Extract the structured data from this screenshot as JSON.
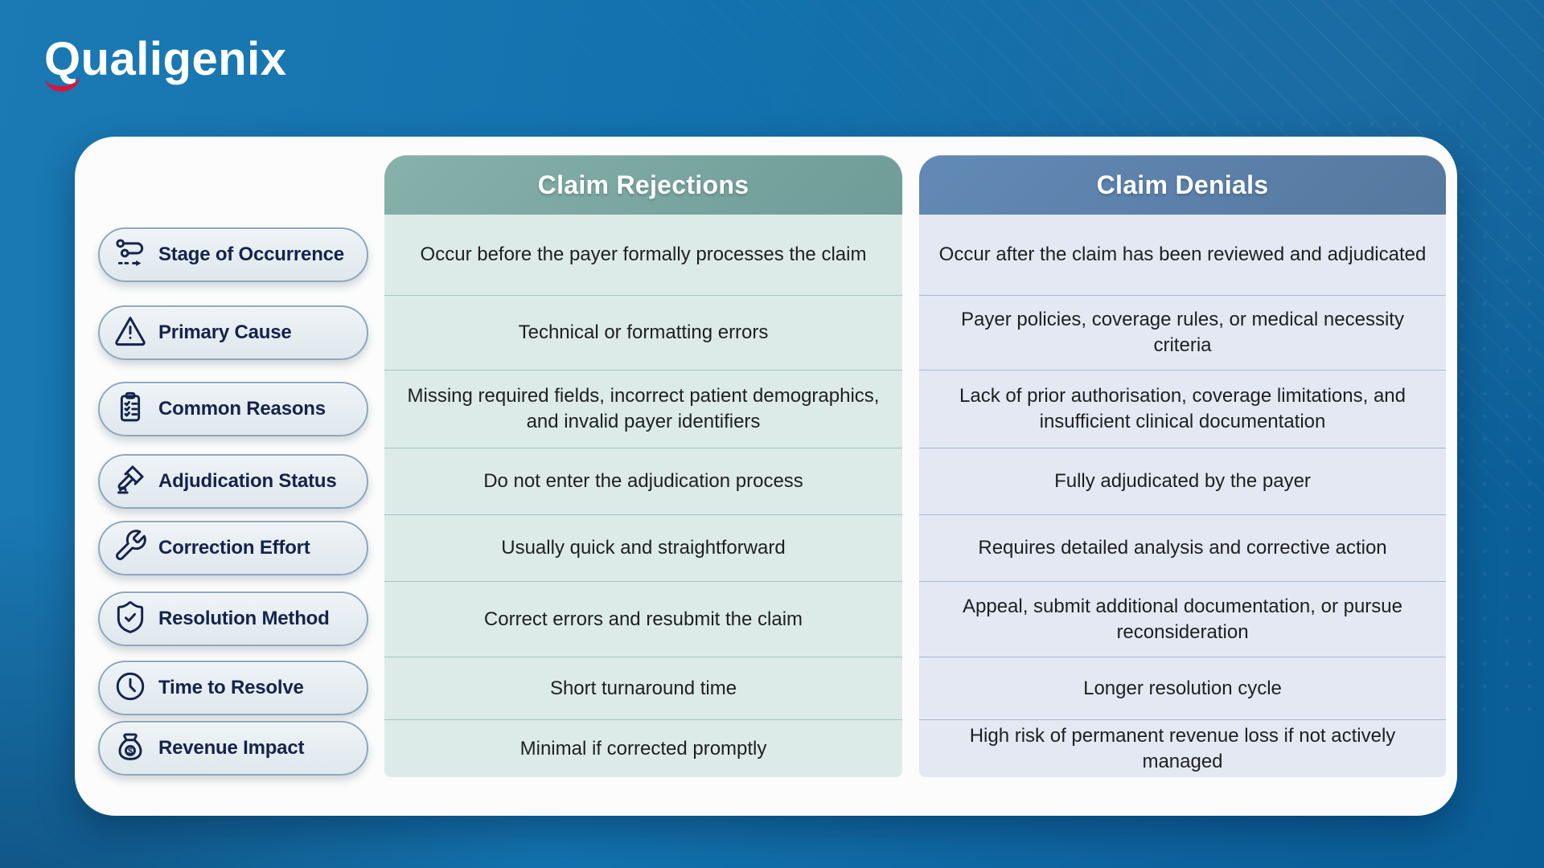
{
  "brand": {
    "initial": "Q",
    "rest": "ualigenix"
  },
  "columns": {
    "rejections": {
      "title": "Claim Rejections",
      "accent": "#76a29c"
    },
    "denials": {
      "title": "Claim Denials",
      "accent": "#5d81b0"
    }
  },
  "rows": [
    {
      "label": "Stage of Occurrence",
      "icon": "route-icon",
      "rejection": "Occur before the payer formally processes the claim",
      "denial": "Occur after the claim has been reviewed and adjudicated"
    },
    {
      "label": "Primary Cause",
      "icon": "warning-triangle-icon",
      "rejection": "Technical or formatting errors",
      "denial": "Payer policies, coverage rules, or medical necessity criteria"
    },
    {
      "label": "Common Reasons",
      "icon": "checklist-clipboard-icon",
      "rejection": "Missing required fields, incorrect patient demographics, and invalid payer identifiers",
      "denial": "Lack of prior authorisation, coverage limitations, and insufficient clinical documentation"
    },
    {
      "label": "Adjudication Status",
      "icon": "gavel-icon",
      "rejection": "Do not enter the adjudication process",
      "denial": "Fully adjudicated by the payer"
    },
    {
      "label": "Correction Effort",
      "icon": "wrench-icon",
      "rejection": "Usually quick and straightforward",
      "denial": "Requires detailed analysis and corrective action"
    },
    {
      "label": "Resolution Method",
      "icon": "shield-check-icon",
      "rejection": "Correct errors and resubmit the claim",
      "denial": "Appeal, submit additional documentation, or pursue reconsideration"
    },
    {
      "label": "Time to Resolve",
      "icon": "clock-icon",
      "rejection": "Short turnaround time",
      "denial": "Longer resolution cycle"
    },
    {
      "label": "Revenue Impact",
      "icon": "money-bag-icon",
      "rejection": "Minimal if corrected promptly",
      "denial": "High risk of permanent revenue loss if not actively managed"
    }
  ],
  "colors": {
    "background": "#1372ad",
    "card": "#fbfcfb",
    "rejections_header": "#7aa7a1",
    "denials_header": "#5d81b0",
    "rejections_cell": "#dcebe8",
    "denials_cell": "#e3e8f3",
    "pill_text": "#15234d",
    "logo_accent": "#d5173e"
  }
}
